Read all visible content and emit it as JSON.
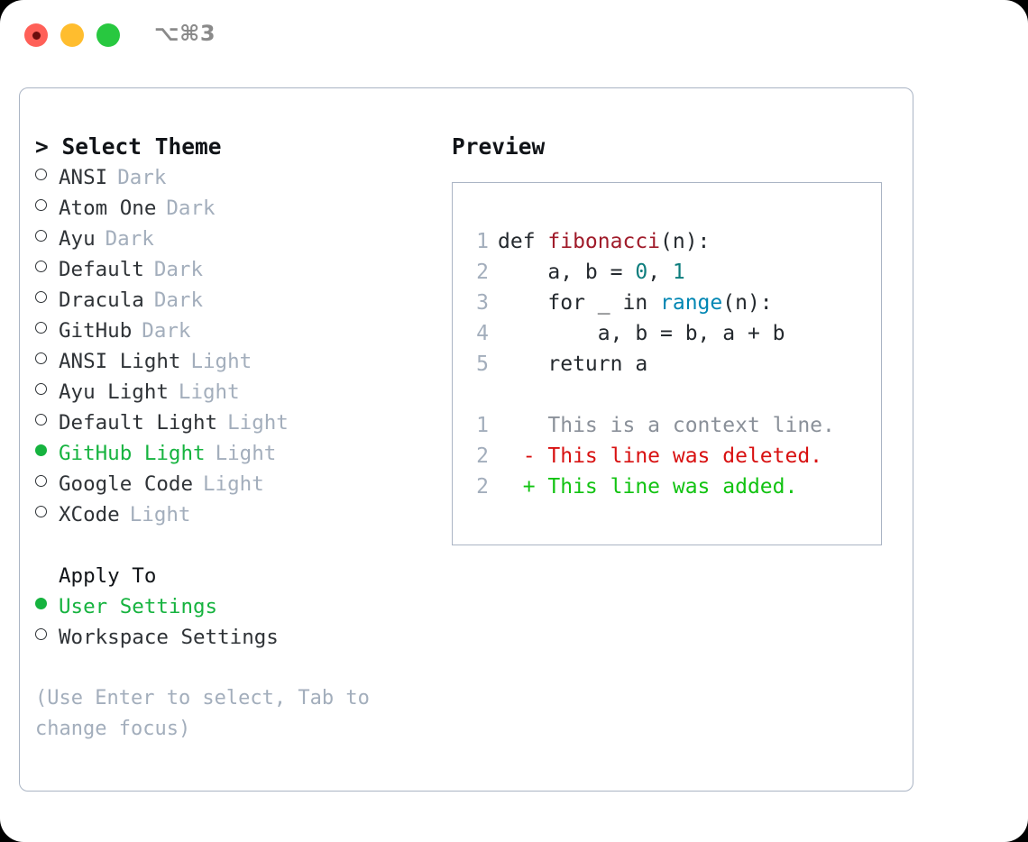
{
  "titlebar": {
    "shortcut": "⌥⌘3",
    "lights": [
      "close-red",
      "minimize-yellow",
      "zoom-green"
    ]
  },
  "theme_selector": {
    "header": "> Select Theme",
    "items": [
      {
        "name": "ANSI",
        "tag": "Dark",
        "selected": false
      },
      {
        "name": "Atom One",
        "tag": "Dark",
        "selected": false
      },
      {
        "name": "Ayu",
        "tag": "Dark",
        "selected": false
      },
      {
        "name": "Default",
        "tag": "Dark",
        "selected": false
      },
      {
        "name": "Dracula",
        "tag": "Dark",
        "selected": false
      },
      {
        "name": "GitHub",
        "tag": "Dark",
        "selected": false
      },
      {
        "name": "ANSI Light",
        "tag": "Light",
        "selected": false
      },
      {
        "name": "Ayu Light",
        "tag": "Light",
        "selected": false
      },
      {
        "name": "Default Light",
        "tag": "Light",
        "selected": false
      },
      {
        "name": "GitHub Light",
        "tag": "Light",
        "selected": true
      },
      {
        "name": "Google Code",
        "tag": "Light",
        "selected": false
      },
      {
        "name": "XCode",
        "tag": "Light",
        "selected": false
      }
    ]
  },
  "apply_to": {
    "header": "Apply To",
    "options": [
      {
        "label": "User Settings",
        "selected": true
      },
      {
        "label": "Workspace Settings",
        "selected": false
      }
    ]
  },
  "hint": "(Use Enter to select, Tab to change focus)",
  "preview": {
    "title": "Preview",
    "code_lines": [
      {
        "num": "1",
        "tokens": [
          {
            "text": "def ",
            "type": "plain"
          },
          {
            "text": "fibonacci",
            "type": "func"
          },
          {
            "text": "(n):",
            "type": "plain"
          }
        ]
      },
      {
        "num": "2",
        "tokens": [
          {
            "text": "    a, b = ",
            "type": "plain"
          },
          {
            "text": "0",
            "type": "num"
          },
          {
            "text": ", ",
            "type": "plain"
          },
          {
            "text": "1",
            "type": "num"
          }
        ]
      },
      {
        "num": "3",
        "tokens": [
          {
            "text": "    for _ in ",
            "type": "plain"
          },
          {
            "text": "range",
            "type": "builtin"
          },
          {
            "text": "(n):",
            "type": "plain"
          }
        ]
      },
      {
        "num": "4",
        "tokens": [
          {
            "text": "        a, b = b, a + b",
            "type": "plain"
          }
        ]
      },
      {
        "num": "5",
        "tokens": [
          {
            "text": "    return a",
            "type": "plain"
          }
        ]
      }
    ],
    "diff_lines": [
      {
        "num": "1",
        "marker": " ",
        "text": "This is a context line.",
        "type": "context"
      },
      {
        "num": "2",
        "marker": "-",
        "text": "This line was deleted.",
        "type": "deleted"
      },
      {
        "num": "2",
        "marker": "+",
        "text": "This line was added.",
        "type": "added"
      }
    ]
  },
  "colors": {
    "selected_green": "#16b33f",
    "muted_gray": "#a3aebc",
    "border": "#aab4c4",
    "func_red": "#a01b2a",
    "number_teal": "#0d7d7d",
    "builtin_blue": "#0086b3",
    "diff_deleted": "#d81111",
    "diff_added": "#12c312",
    "light_red": "#ff6058",
    "light_yellow": "#ffbd2e",
    "light_green": "#28c840"
  }
}
